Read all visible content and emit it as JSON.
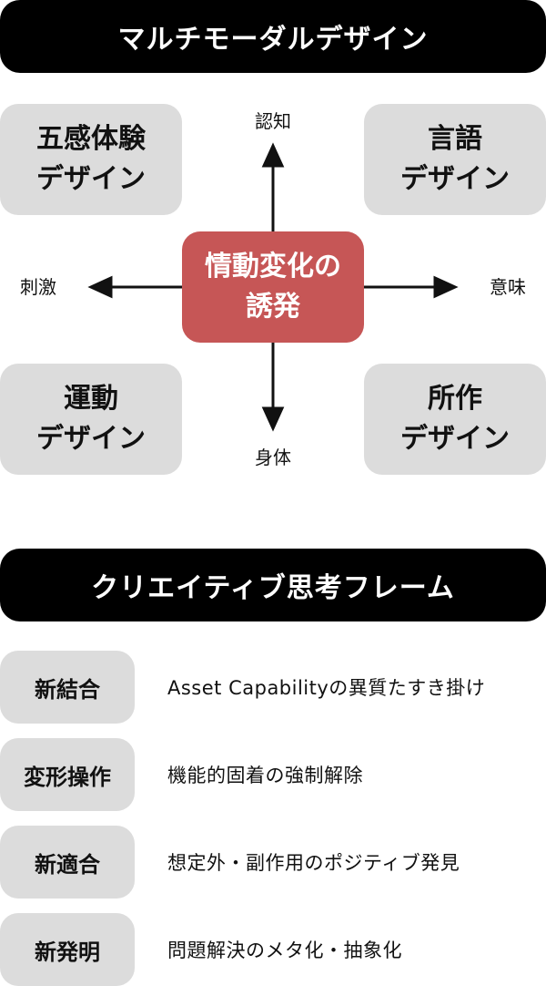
{
  "section1": {
    "title": "マルチモーダルデザイン",
    "quadrants": {
      "top_left": [
        "五感体験",
        "デザイン"
      ],
      "top_right": [
        "言語",
        "デザイン"
      ],
      "bottom_left": [
        "運動",
        "デザイン"
      ],
      "bottom_right": [
        "所作",
        "デザイン"
      ]
    },
    "center": [
      "情動変化の",
      "誘発"
    ],
    "axes": {
      "top": "認知",
      "bottom": "身体",
      "left": "刺激",
      "right": "意味"
    }
  },
  "section2": {
    "title": "クリエイティブ思考フレーム",
    "rows": [
      {
        "tag": "新結合",
        "desc": "Asset Capabilityの異質たすき掛け"
      },
      {
        "tag": "変形操作",
        "desc": "機能的固着の強制解除"
      },
      {
        "tag": "新適合",
        "desc": "想定外・副作用のポジティブ発見"
      },
      {
        "tag": "新発明",
        "desc": "問題解決のメタ化・抽象化"
      }
    ]
  },
  "colors": {
    "banner": "#000000",
    "box": "#dcdcdc",
    "center": "#c65656"
  }
}
